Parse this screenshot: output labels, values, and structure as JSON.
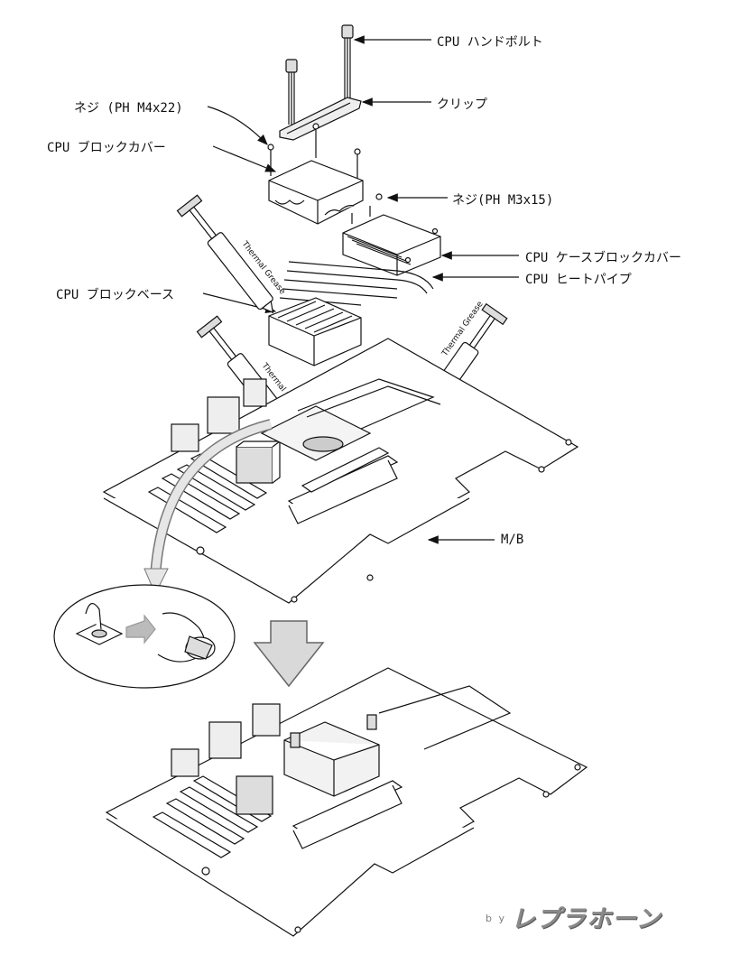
{
  "labels": {
    "cpu_hand_bolt": "CPU ハンドボルト",
    "clip": "クリップ",
    "screw_m4x22": "ネジ (PH M4x22)",
    "cpu_block_cover": "CPU ブロックカバー",
    "screw_m3x15": "ネジ(PH M3x15)",
    "cpu_case_block_cover": "CPU ケースブロックカバー",
    "cpu_heat_pipe": "CPU ヒートパイプ",
    "cpu_block_base": "CPU ブロックベース",
    "motherboard": "M/B"
  },
  "syringe_text": "Thermal Grease",
  "watermark": {
    "by": "b y",
    "name": "レプラホーン"
  }
}
